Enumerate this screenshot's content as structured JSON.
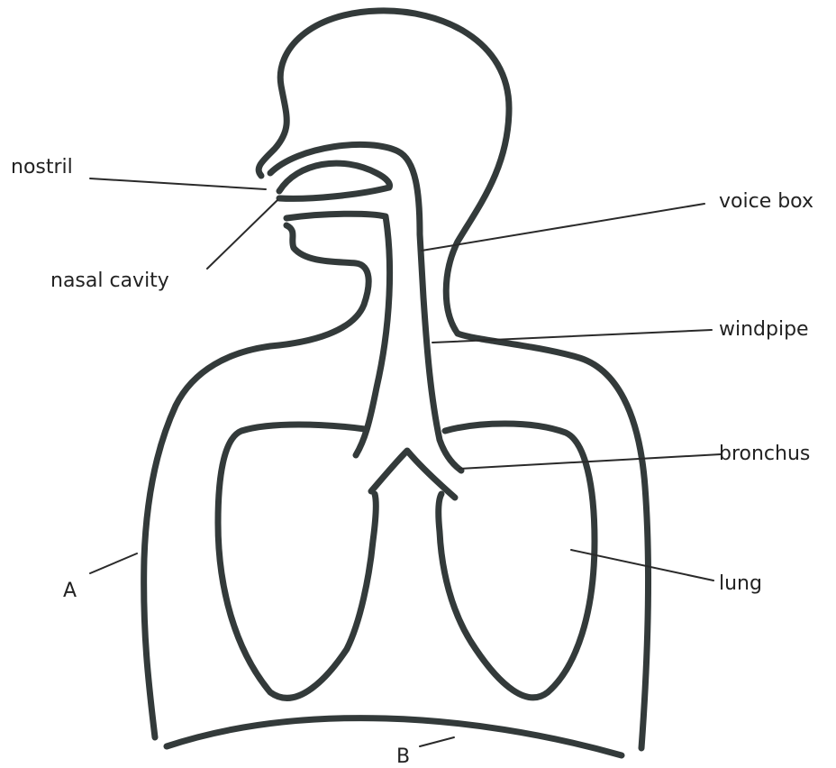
{
  "diagram": {
    "labels": {
      "nostril": "nostril",
      "nasal_cavity": "nasal cavity",
      "voice_box": "voice box",
      "windpipe": "windpipe",
      "bronchus": "bronchus",
      "lung": "lung",
      "a": "A",
      "b": "B"
    },
    "line_color": "#333a3a"
  }
}
